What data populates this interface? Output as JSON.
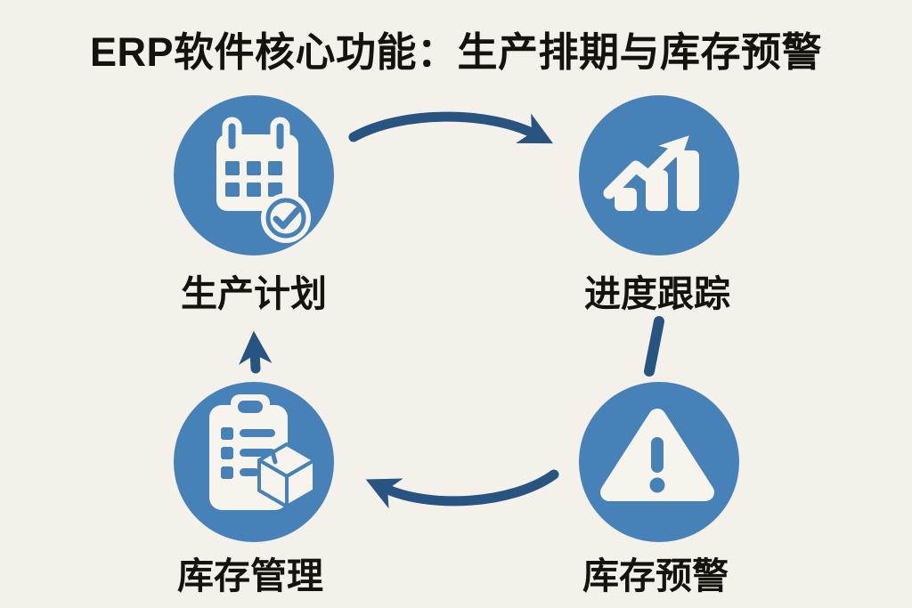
{
  "title": "ERP软件核心功能：生产排期与库存预警",
  "nodes": {
    "production_planning": {
      "label": "生产计划",
      "icon": "calendar-check-icon"
    },
    "progress_tracking": {
      "label": "进度跟踪",
      "icon": "growth-chart-icon"
    },
    "inventory_alert": {
      "label": "库存预警",
      "icon": "warning-triangle-icon"
    },
    "inventory_management": {
      "label": "库存管理",
      "icon": "clipboard-box-icon"
    }
  },
  "connections": [
    {
      "from": "生产计划",
      "to": "进度跟踪",
      "style": "curved-arrow-right"
    },
    {
      "from": "进度跟踪",
      "to": "库存预警",
      "style": "short-line"
    },
    {
      "from": "库存预警",
      "to": "库存管理",
      "style": "curved-arrow-left"
    },
    {
      "from": "库存管理",
      "to": "生产计划",
      "style": "short-arrow-up"
    }
  ],
  "colors": {
    "bg": "#f4f1eb",
    "circle": "#4681b8",
    "icon": "#f7f4ee",
    "arrow": "#275480",
    "text": "#15130e"
  }
}
